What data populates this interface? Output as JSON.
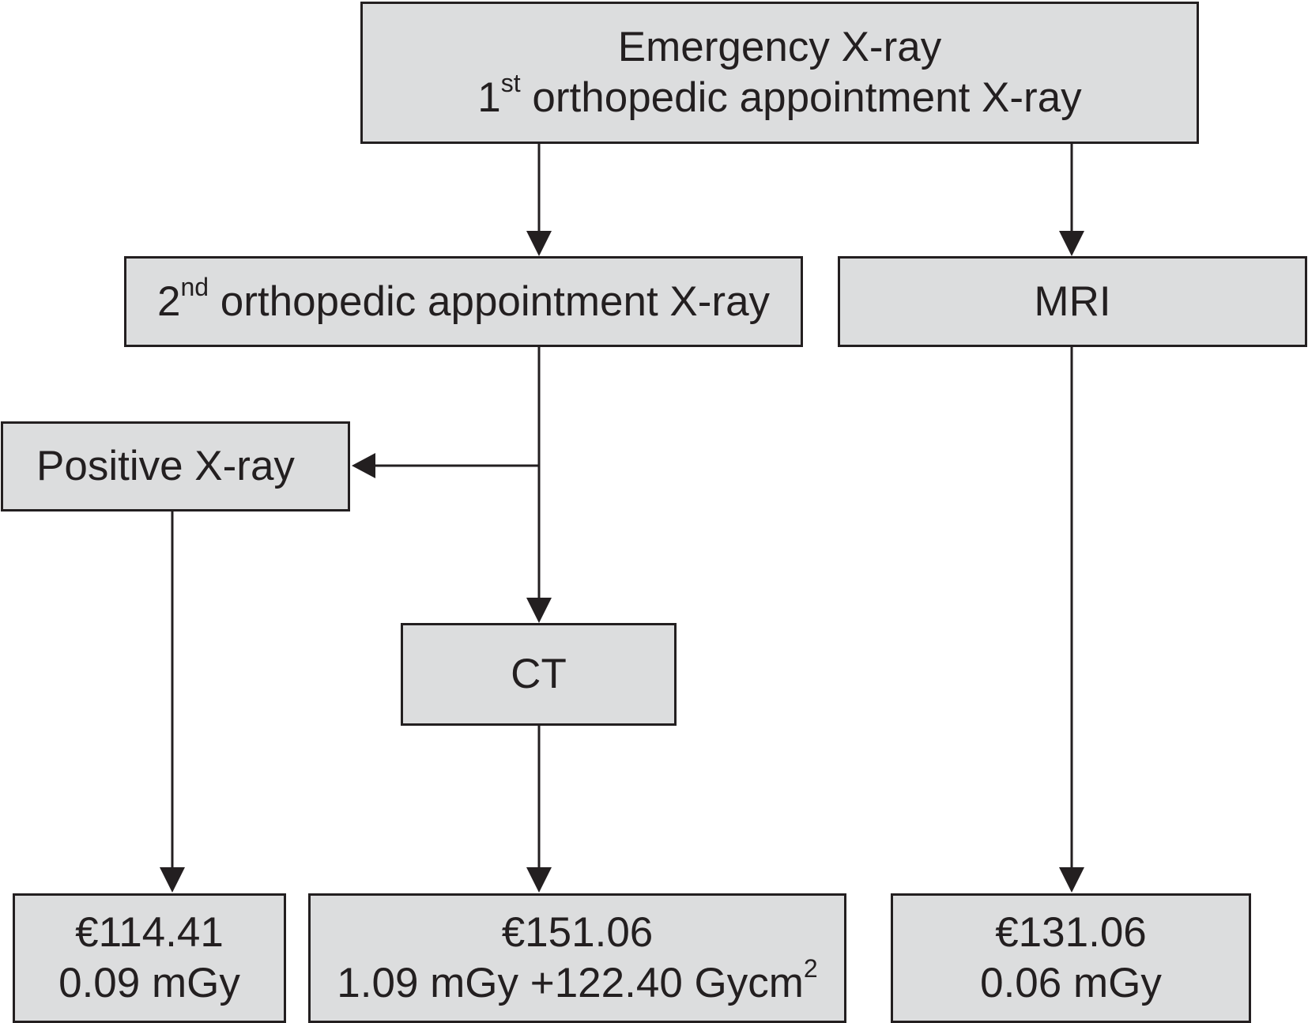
{
  "nodes": {
    "top": {
      "line1": "Emergency X-ray",
      "line2_prefix": "1",
      "line2_sup": "st",
      "line2_text": " orthopedic appointment X-ray"
    },
    "second": {
      "prefix": "2",
      "sup": "nd",
      "text": " orthopedic appointment X-ray"
    },
    "mri": {
      "label": "MRI"
    },
    "positive": {
      "label": "Positive X-ray"
    },
    "ct": {
      "label": "CT"
    },
    "outcome_positive": {
      "cost": "€114.41",
      "dose": "0.09 mGy"
    },
    "outcome_ct": {
      "cost": "€151.06",
      "dose": "1.09 mGy +122.40 Gycm",
      "dose_sup": "2"
    },
    "outcome_mri": {
      "cost": "€131.06",
      "dose": "0.06 mGy"
    }
  },
  "colors": {
    "box_fill": "#dcddde",
    "stroke": "#231f20",
    "background": "#ffffff"
  }
}
